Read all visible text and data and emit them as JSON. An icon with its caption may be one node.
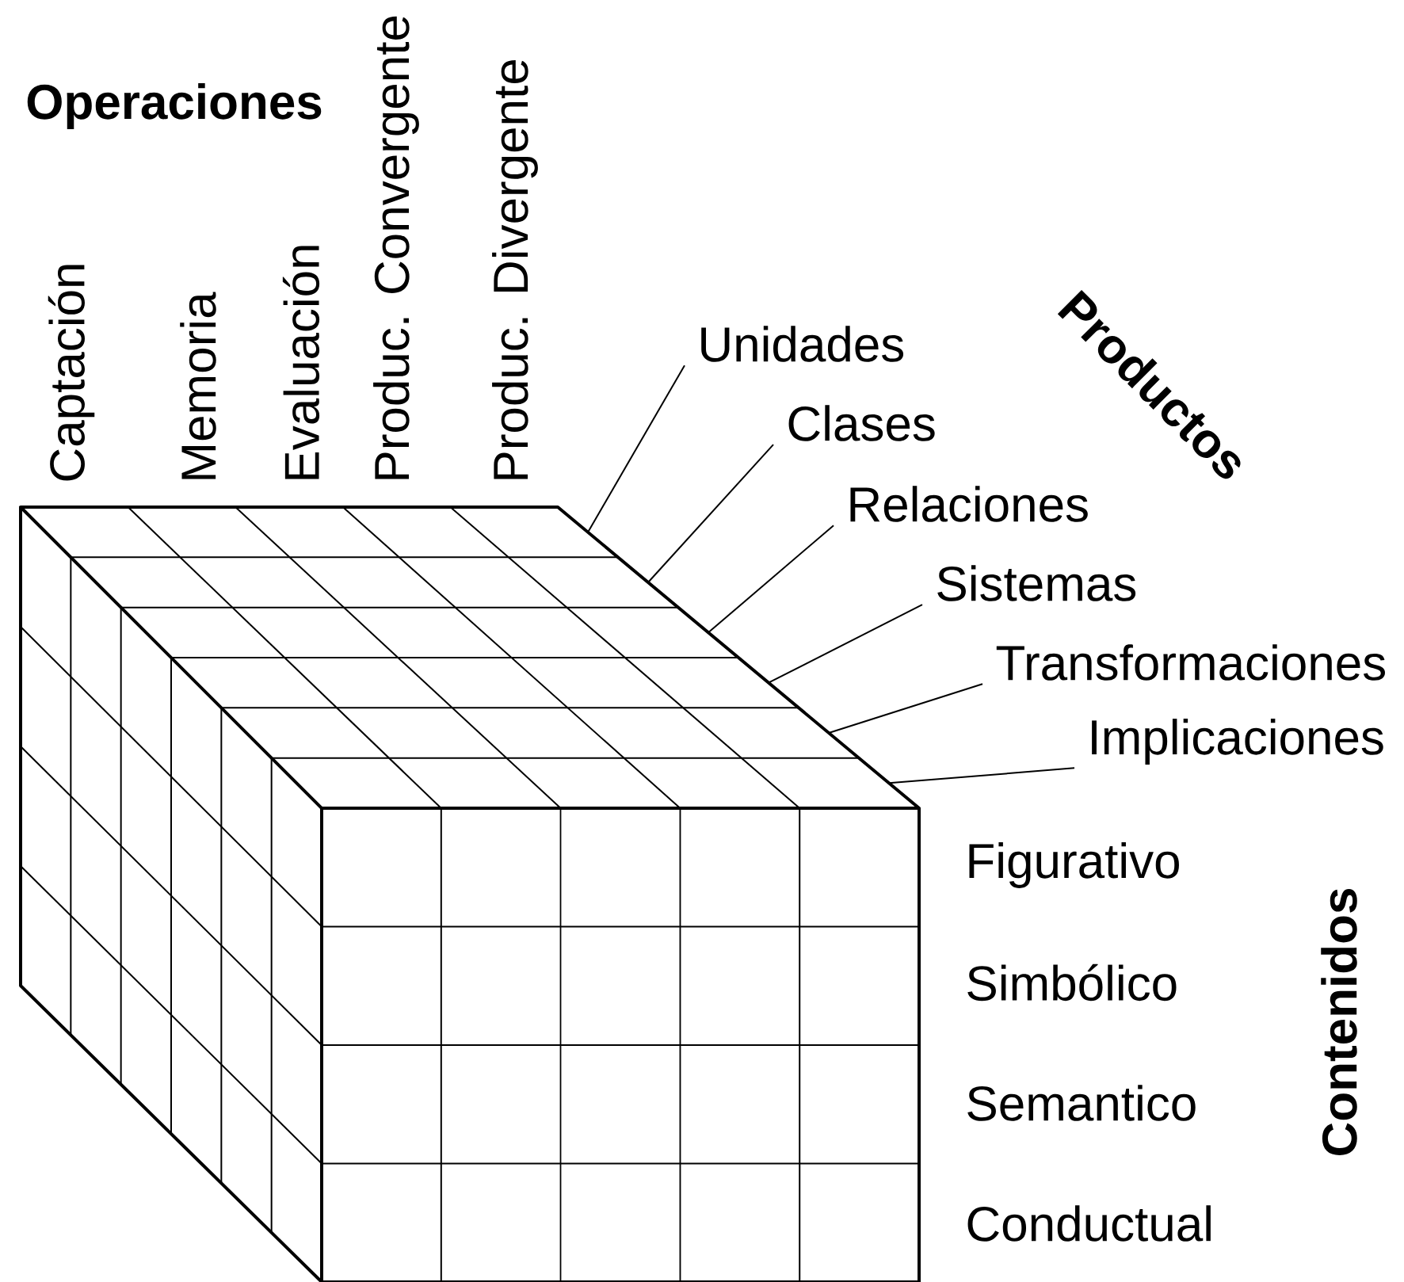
{
  "diagram": {
    "nodes": [
      {
        "text": [
          "Unidades"
        ]
      },
      {
        "text": [
          "Clases"
        ]
      },
      {
        "text": [
          "Relaciones"
        ]
      },
      {
        "text": [
          "Sistemas"
        ]
      },
      {
        "text": [
          "Transformaciones"
        ]
      },
      {
        "text": [
          "Implicaciones"
        ]
      }
    ],
    "edges": [
      {
        "from": 0,
        "to": null,
        "arrow": "none"
      },
      {
        "from": 1,
        "to": null,
        "arrow": "none"
      },
      {
        "from": 2,
        "to": null,
        "arrow": "none"
      },
      {
        "from": 3,
        "to": null,
        "arrow": "none"
      },
      {
        "from": 4,
        "to": null,
        "arrow": "none"
      },
      {
        "from": 5,
        "to": null,
        "arrow": "none"
      }
    ],
    "labels": [
      "Operaciones",
      "Captación",
      "Memoria",
      "Evaluación",
      "Produc. Convergente",
      "Produc. Divergente",
      "Productos",
      "Figurativo",
      "Simbólico",
      "Semantico",
      "Conductual",
      "Contenidos"
    ]
  }
}
